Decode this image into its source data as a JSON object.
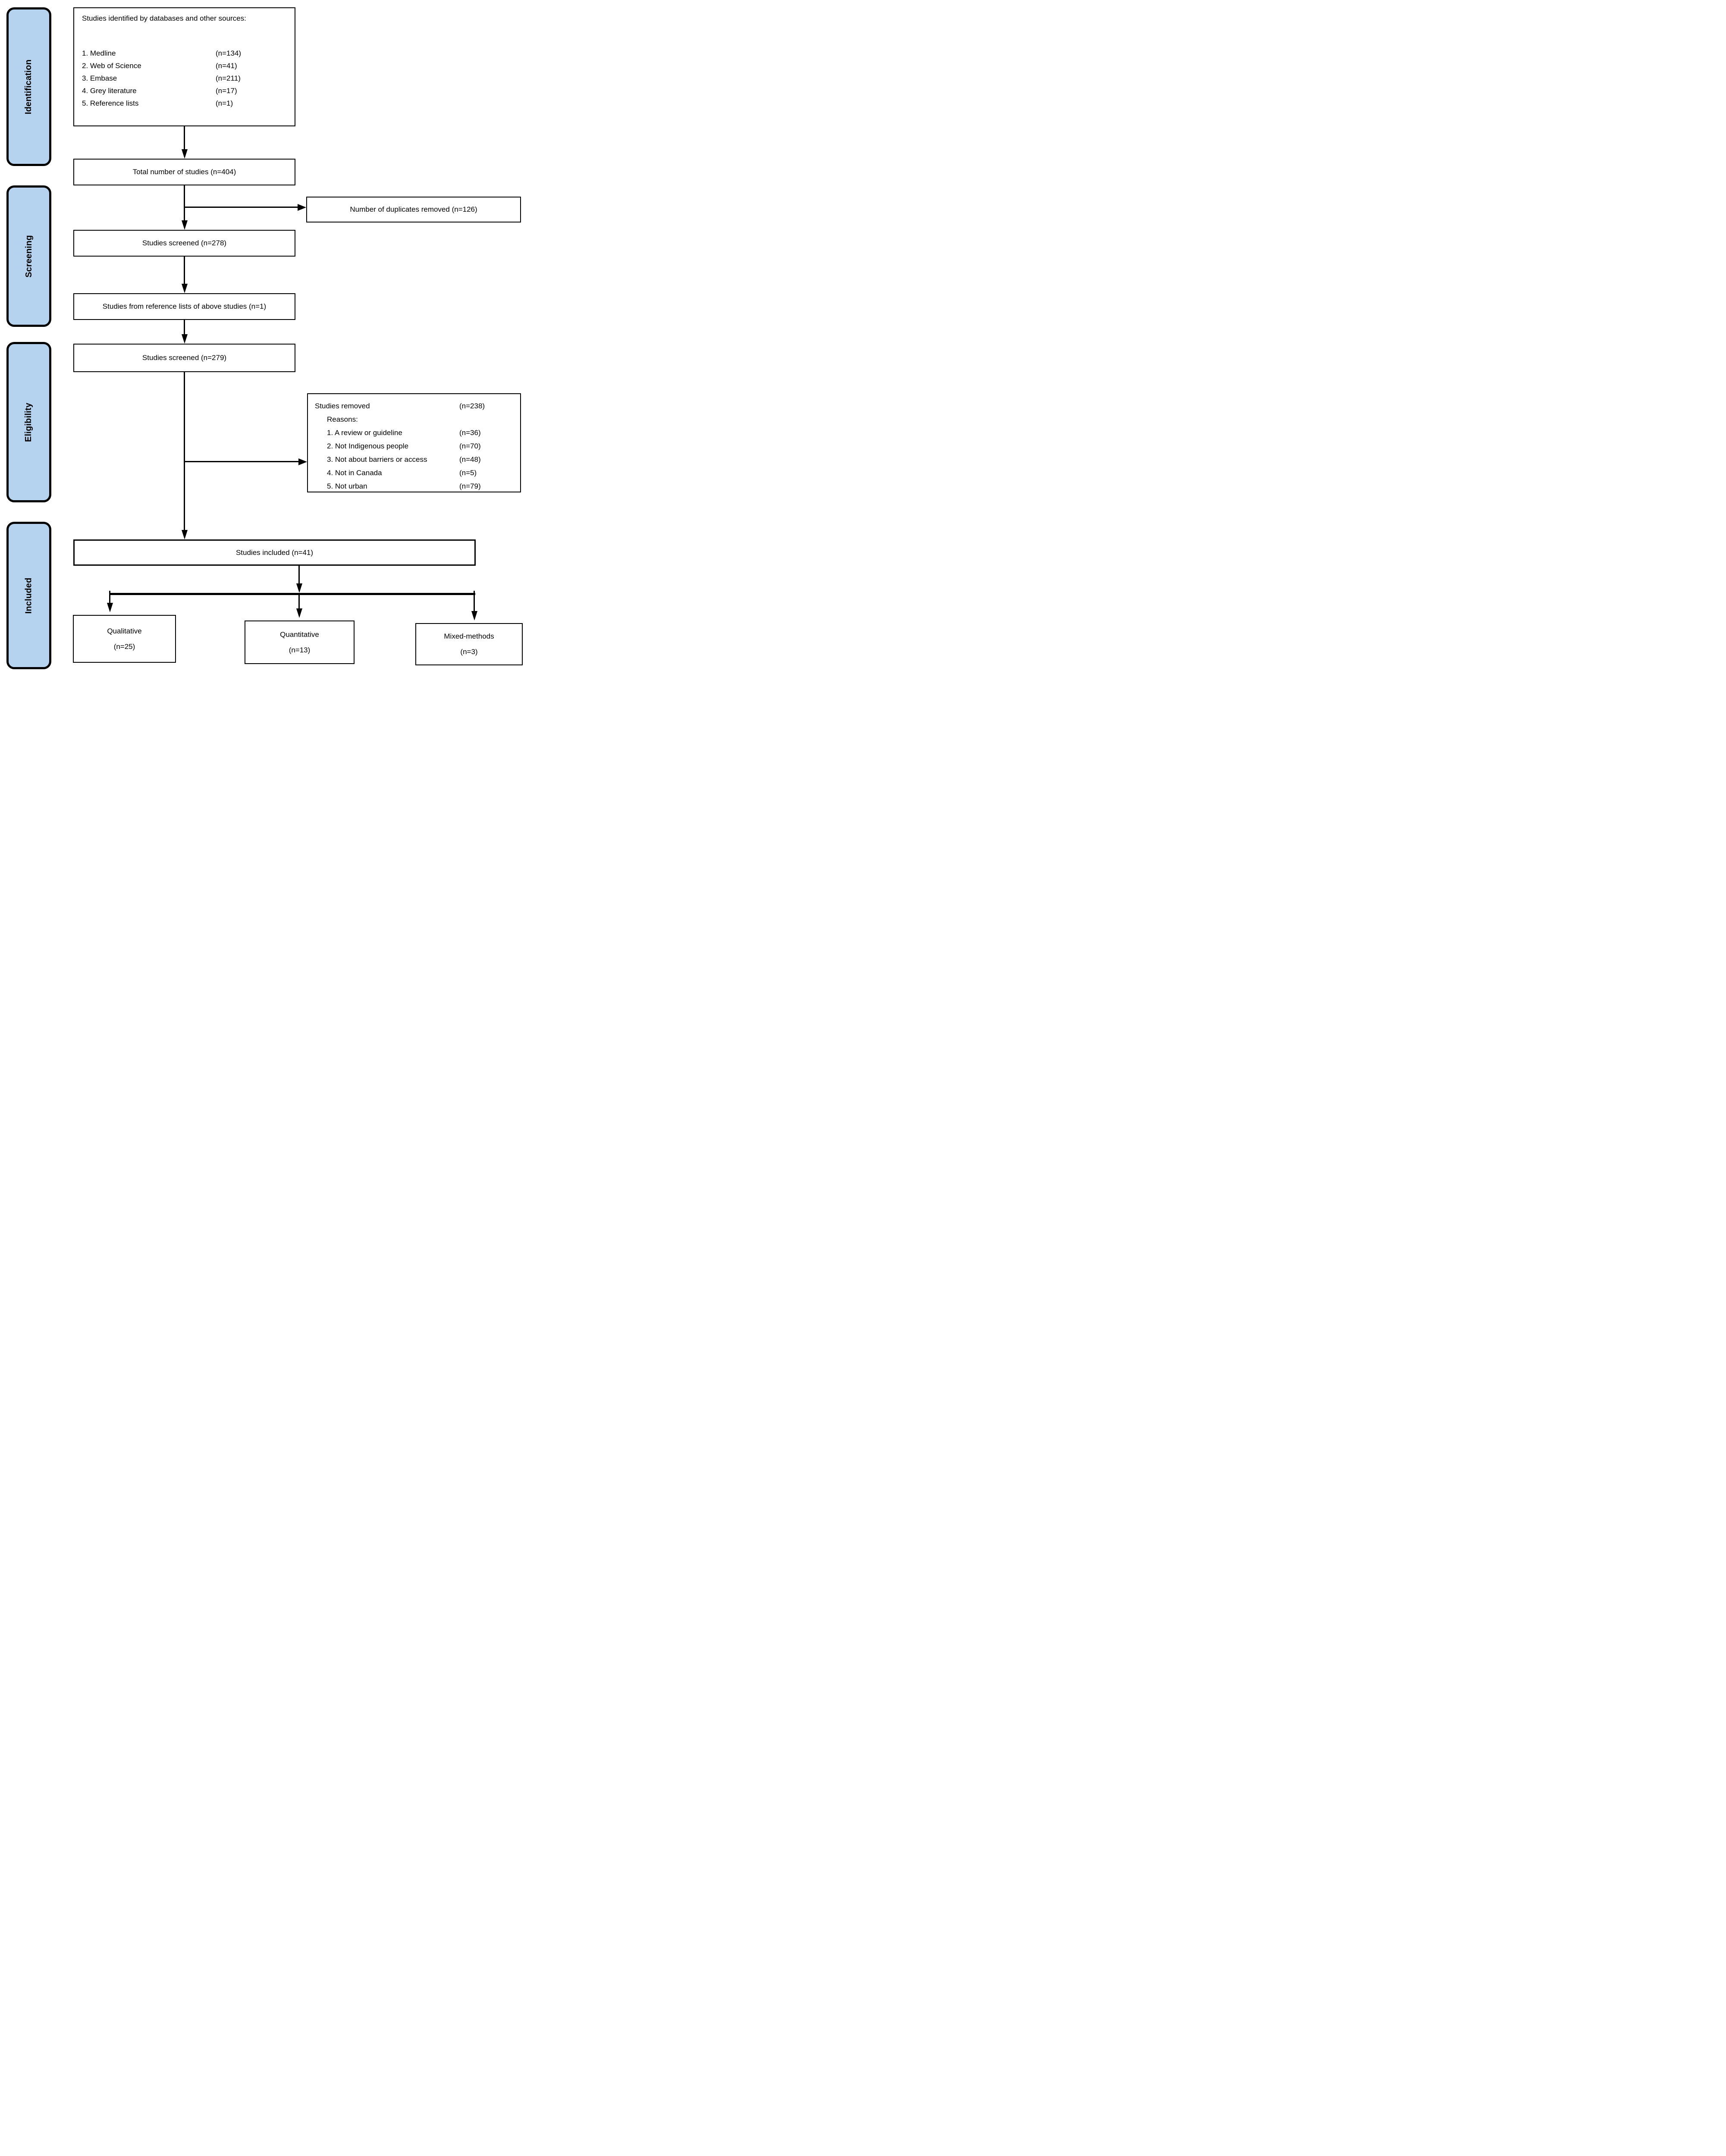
{
  "stages": [
    {
      "label": "Identification"
    },
    {
      "label": "Screening"
    },
    {
      "label": "Eligibility"
    },
    {
      "label": "Included"
    }
  ],
  "identified": {
    "title": "Studies identified by databases and other sources:",
    "items": [
      {
        "label": "1. Medline",
        "n": "(n=134)"
      },
      {
        "label": "2. Web of Science",
        "n": "(n=41)"
      },
      {
        "label": "3. Embase",
        "n": "(n=211)"
      },
      {
        "label": "4. Grey literature",
        "n": "(n=17)"
      },
      {
        "label": "5. Reference lists",
        "n": "(n=1)"
      }
    ]
  },
  "total": {
    "text": "Total number of studies (n=404)"
  },
  "duplicates": {
    "text": "Number of duplicates removed (n=126)"
  },
  "screened_first": {
    "text": "Studies screened (n=278)"
  },
  "reference_lists": {
    "text": "Studies from reference lists of above studies (n=1)"
  },
  "screened_second": {
    "text": "Studies screened (n=279)"
  },
  "removed": {
    "title": "Studies removed",
    "title_n": "(n=238)",
    "reasons_label": "Reasons:",
    "reasons": [
      {
        "label": "1. A review or guideline",
        "n": "(n=36)"
      },
      {
        "label": "2. Not Indigenous people",
        "n": "(n=70)"
      },
      {
        "label": "3. Not about barriers or access",
        "n": "(n=48)"
      },
      {
        "label": "4. Not in Canada",
        "n": "(n=5)"
      },
      {
        "label": "5. Not urban",
        "n": "(n=79)"
      }
    ]
  },
  "included": {
    "text": "Studies included (n=41)"
  },
  "outcomes": [
    {
      "label": "Qualitative",
      "n": "(n=25)"
    },
    {
      "label": "Quantitative",
      "n": "(n=13)"
    },
    {
      "label": "Mixed-methods",
      "n": "(n=3)"
    }
  ],
  "colors": {
    "stage_fill": "#B5D3EF",
    "line": "#000000",
    "box_bg": "#FFFFFF"
  }
}
